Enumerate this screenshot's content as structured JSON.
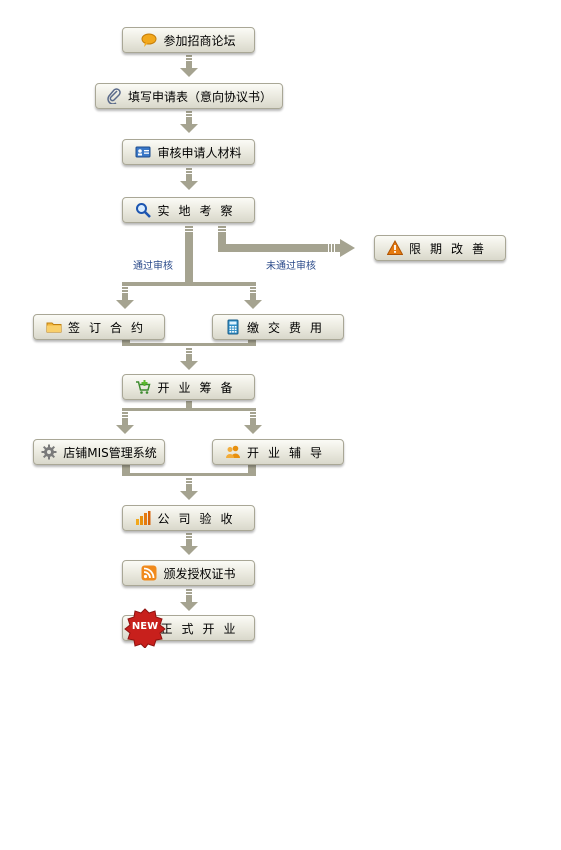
{
  "nodes": {
    "forum": "参加招商论坛",
    "apply": "填写申请表（意向协议书）",
    "review": "审核申请人材料",
    "inspect": "实地考察",
    "rectify": "限期改善",
    "contract": "签订合约",
    "payment": "缴交费用",
    "prepare": "开业筹备",
    "mis": "店铺MIS管理系统",
    "coaching": "开业辅导",
    "acceptance": "公司验收",
    "certificate": "颁发授权证书",
    "opening": "正式开业"
  },
  "edge_labels": {
    "passed": "通过审核",
    "failed": "未通过审核"
  },
  "badge": {
    "new": "NEW"
  },
  "icons": {
    "forum": "speech-bubble-icon",
    "apply": "paperclip-icon",
    "review": "id-card-icon",
    "inspect": "magnifier-icon",
    "rectify": "warning-icon",
    "contract": "folder-icon",
    "payment": "calculator-icon",
    "prepare": "shopping-cart-icon",
    "mis": "gear-icon",
    "coaching": "users-icon",
    "acceptance": "bar-chart-icon",
    "certificate": "rss-icon",
    "opening": "new-badge-icon"
  },
  "colors": {
    "arrow": "#a5a390",
    "label": "#2a4a8a",
    "warning": "#e57a10",
    "badge": "#c8201c"
  }
}
